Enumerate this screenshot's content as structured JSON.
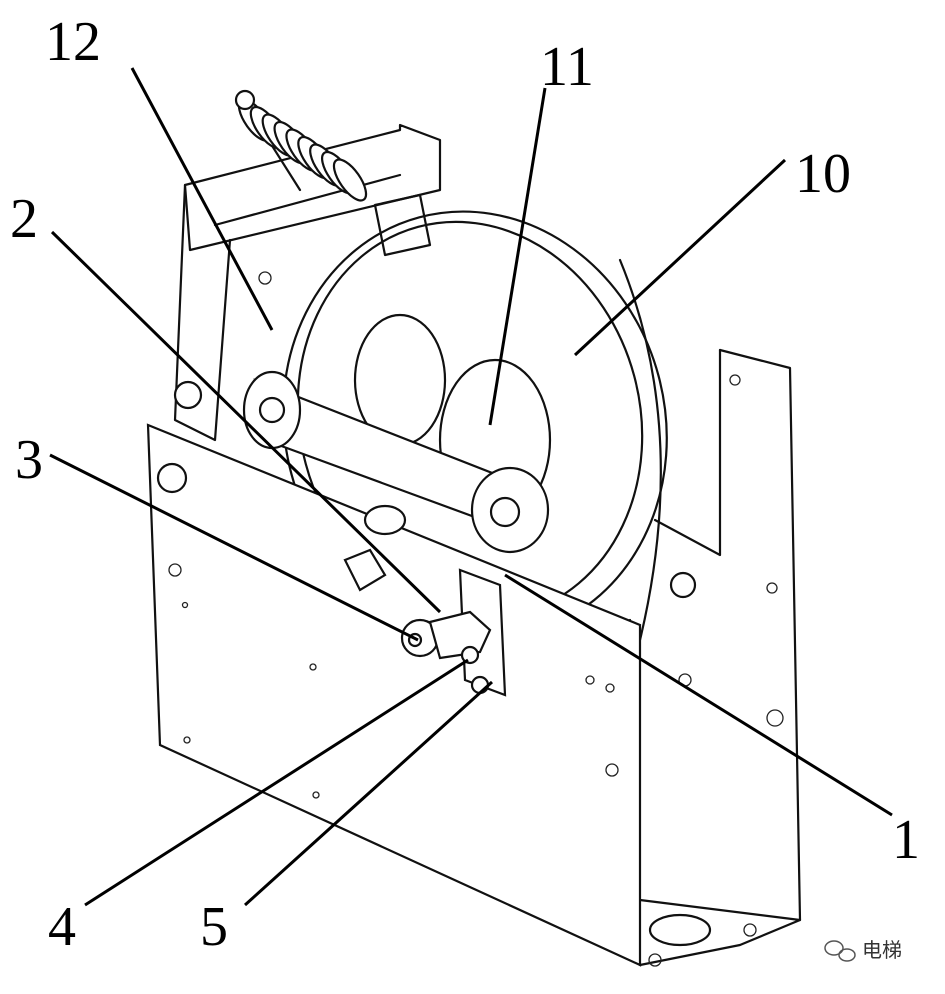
{
  "labels": {
    "l12": "12",
    "l11": "11",
    "l10": "10",
    "l2": "2",
    "l3": "3",
    "l1": "1",
    "l4": "4",
    "l5": "5"
  },
  "watermark": {
    "icon": "wechat-icon",
    "text": "电梯"
  }
}
